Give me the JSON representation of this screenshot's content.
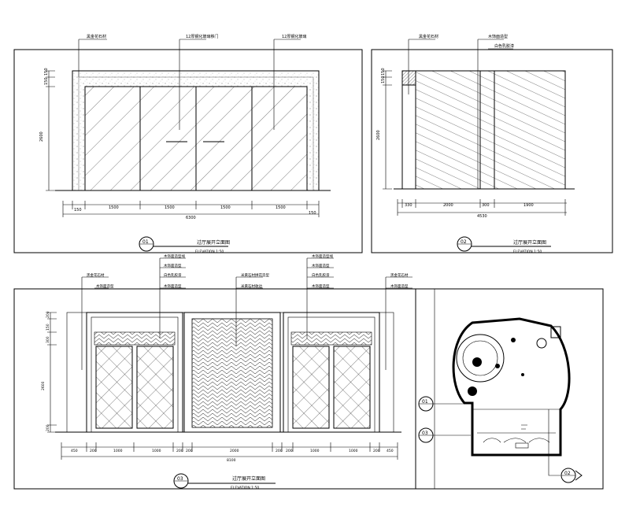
{
  "panel1": {
    "title": "过厅展开立面图",
    "scale": "ELEVATION 1:50",
    "tag": "01",
    "callouts": [
      "黑金花石材",
      "12厚钢化玻璃移门",
      "12厚钢化玻璃"
    ],
    "dims_bottom": [
      "150",
      "1500",
      "1500",
      "1500",
      "1500",
      "150"
    ],
    "dim_total": "6300",
    "dims_left": [
      "150",
      "150",
      "2600"
    ]
  },
  "panel2": {
    "title": "过厅展开立面图",
    "scale": "ELEVATION 1:50",
    "tag": "02",
    "callouts": [
      "黑金花石材",
      "木饰面造型",
      "白色乳胶漆"
    ],
    "dims_bottom": [
      "330",
      "2000",
      "300",
      "1900"
    ],
    "dim_total": "4530",
    "dims_left": [
      "150",
      "150",
      "2600"
    ]
  },
  "panel3": {
    "title": "过厅展开立面图",
    "scale": "ELEVATION 1:50",
    "tag": "03",
    "callouts_left": [
      "黑金花石材",
      "木饰面造型"
    ],
    "callouts_door1": [
      "木饰面造型线",
      "木饰面造型",
      "白色乳胶漆",
      "木饰面造型"
    ],
    "callouts_center": [
      "米黄石材拼花造型",
      "米黄石材收边"
    ],
    "callouts_door2": [
      "木饰面造型线",
      "木饰面造型",
      "白色乳胶漆",
      "木饰面造型"
    ],
    "callouts_right": [
      "黑金花石材",
      "木饰面造型"
    ],
    "dims_bottom": [
      "450",
      "200",
      "1000",
      "1000",
      "200",
      "200",
      "2000",
      "200",
      "200",
      "1000",
      "1000",
      "200",
      "450"
    ],
    "dim_total": "8100",
    "dims_left": [
      "200",
      "150",
      "300",
      "2600",
      "200"
    ]
  },
  "plan": {
    "markers": [
      "01",
      "03",
      "02"
    ]
  }
}
